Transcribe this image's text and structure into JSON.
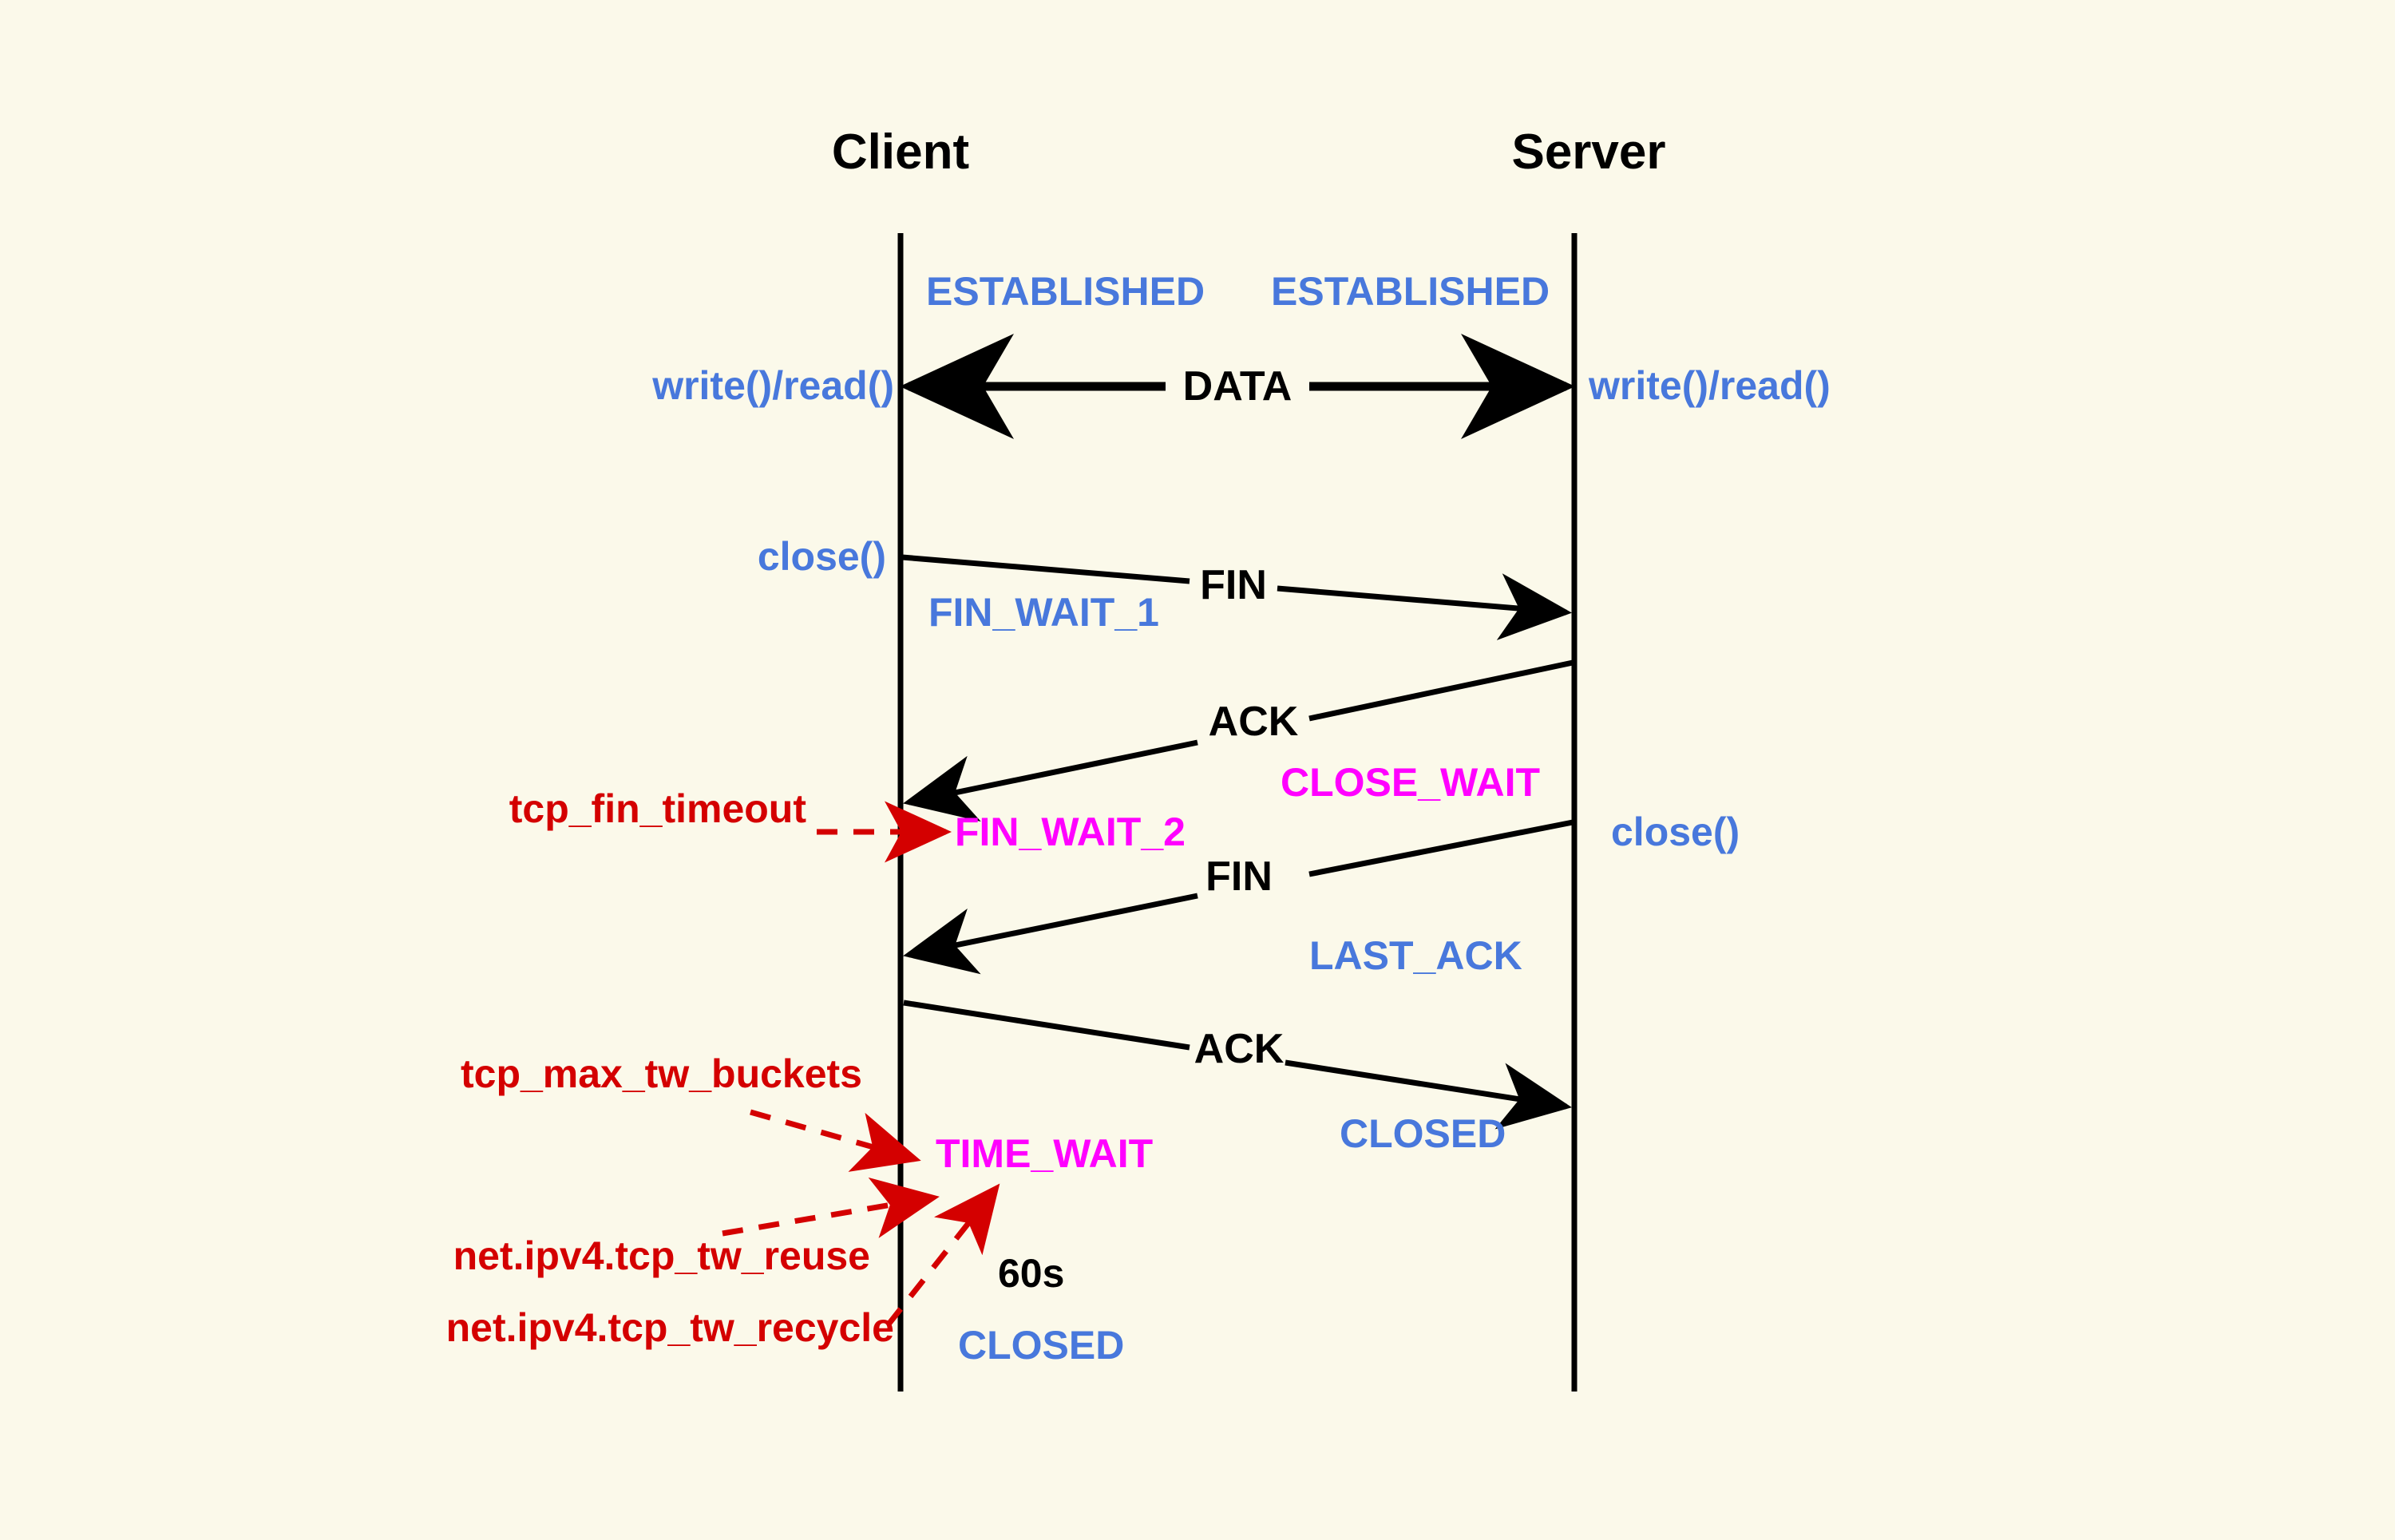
{
  "diagram": {
    "title": "TCP connection teardown (four-way handshake) sequence diagram",
    "background_color": "#FBF9EA",
    "colors": {
      "state_blue": "#4878DC",
      "state_magenta": "#FF00FF",
      "sysctl_red": "#D40000",
      "message_black": "#000000"
    },
    "actors": [
      {
        "name": "client",
        "label": "Client"
      },
      {
        "name": "server",
        "label": "Server"
      }
    ],
    "client_states": [
      {
        "label": "ESTABLISHED",
        "color": "blue"
      },
      {
        "label": "FIN_WAIT_1",
        "color": "blue"
      },
      {
        "label": "FIN_WAIT_2",
        "color": "magenta"
      },
      {
        "label": "TIME_WAIT",
        "color": "magenta"
      },
      {
        "label": "CLOSED",
        "color": "blue"
      }
    ],
    "server_states": [
      {
        "label": "ESTABLISHED",
        "color": "blue"
      },
      {
        "label": "CLOSE_WAIT",
        "color": "magenta"
      },
      {
        "label": "LAST_ACK",
        "color": "blue"
      },
      {
        "label": "CLOSED",
        "color": "blue"
      }
    ],
    "client_api_calls": [
      {
        "label": "write()/read()"
      },
      {
        "label": "close()"
      }
    ],
    "server_api_calls": [
      {
        "label": "write()/read()"
      },
      {
        "label": "close()"
      }
    ],
    "messages": [
      {
        "label": "DATA",
        "direction": "bidirectional"
      },
      {
        "label": "FIN",
        "direction": "client-to-server"
      },
      {
        "label": "ACK",
        "direction": "server-to-client"
      },
      {
        "label": "FIN",
        "direction": "server-to-client"
      },
      {
        "label": "ACK",
        "direction": "client-to-server"
      }
    ],
    "timers": [
      {
        "label": "60s"
      }
    ],
    "sysctl_annotations": [
      {
        "label": "tcp_fin_timeout",
        "points_to": "FIN_WAIT_2"
      },
      {
        "label": "tcp_max_tw_buckets",
        "points_to": "TIME_WAIT"
      },
      {
        "label": "net.ipv4.tcp_tw_reuse",
        "points_to": "TIME_WAIT"
      },
      {
        "label": "net.ipv4.tcp_tw_recycle",
        "points_to": "TIME_WAIT"
      }
    ]
  }
}
